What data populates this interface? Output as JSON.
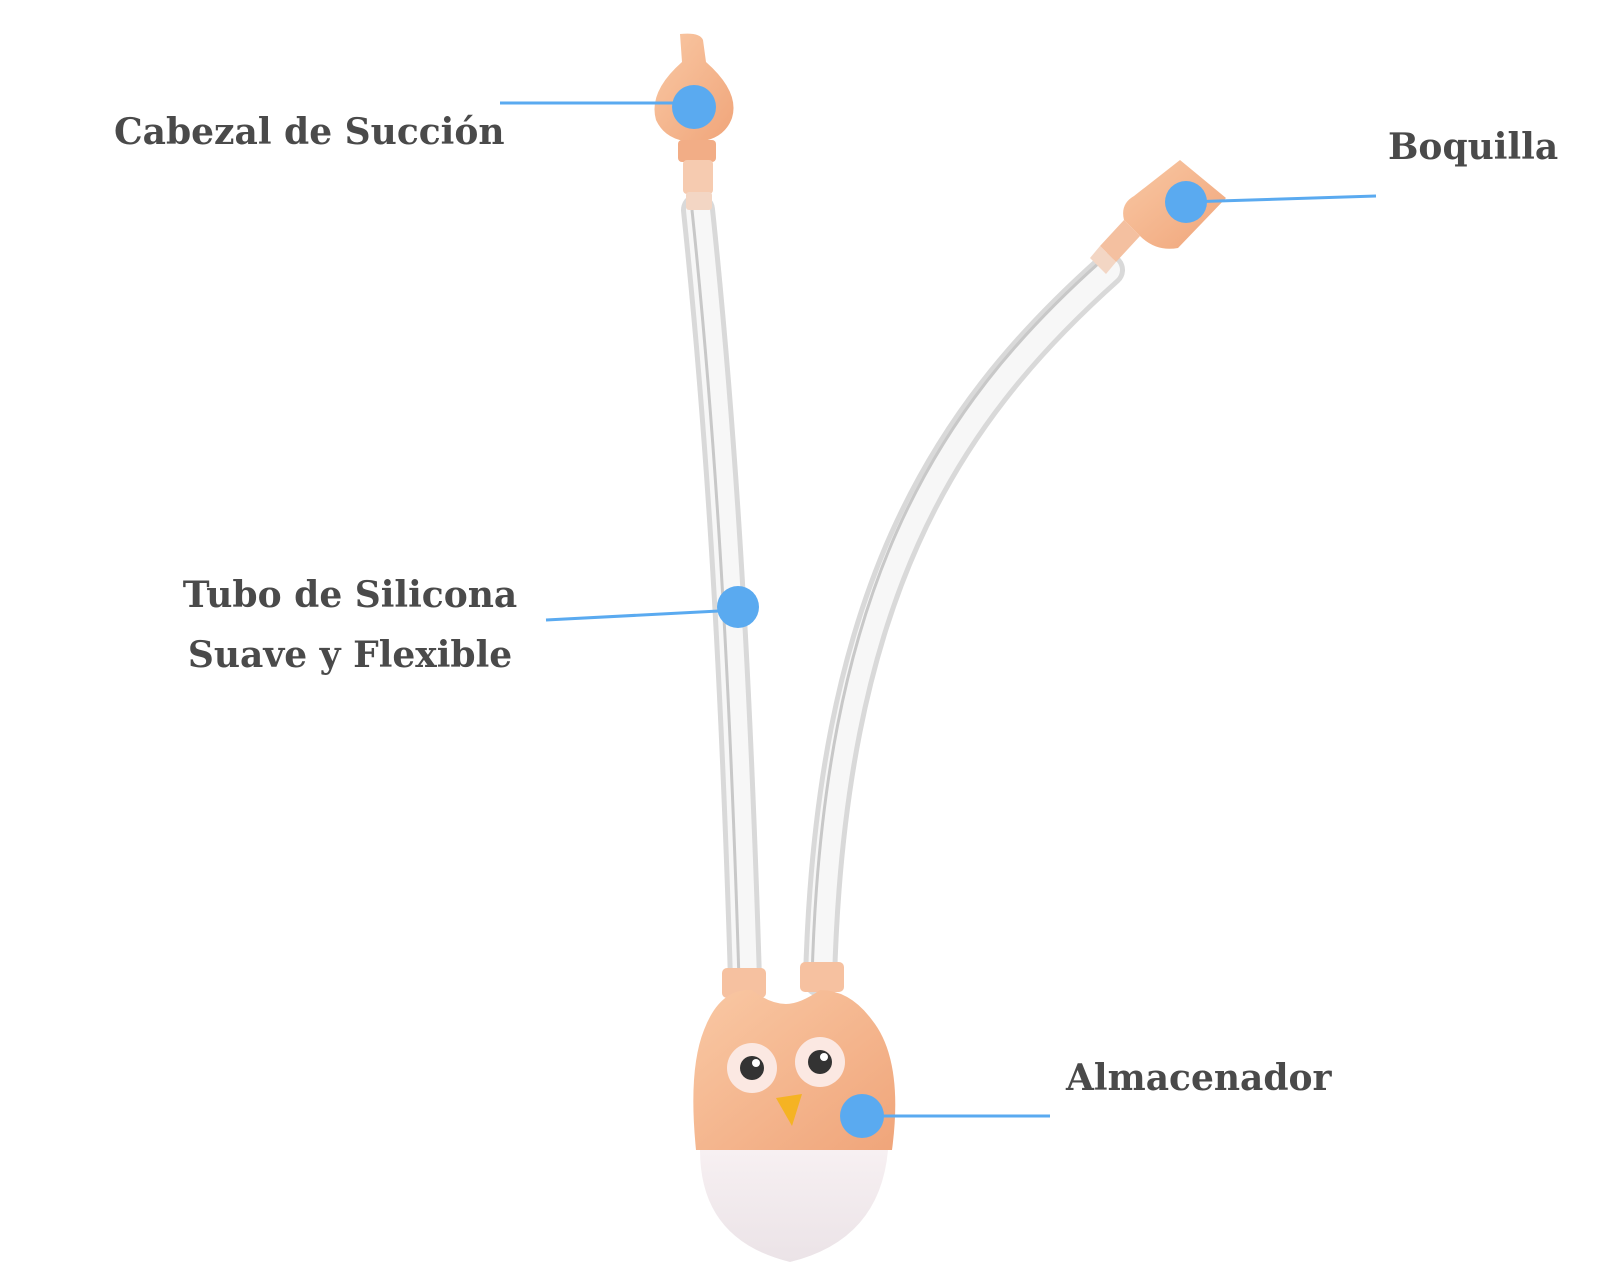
{
  "labels": {
    "suction_head": "Cabezal de Succión",
    "nozzle": "Boquilla",
    "tube_line1": "Tubo de Silicona",
    "tube_line2": "Suave y Flexible",
    "storage": "Almacenador"
  },
  "colors": {
    "callout_blue": "#5aaaf0",
    "product_peach": "#f5b48c",
    "text_gray": "#4a4a4a"
  }
}
